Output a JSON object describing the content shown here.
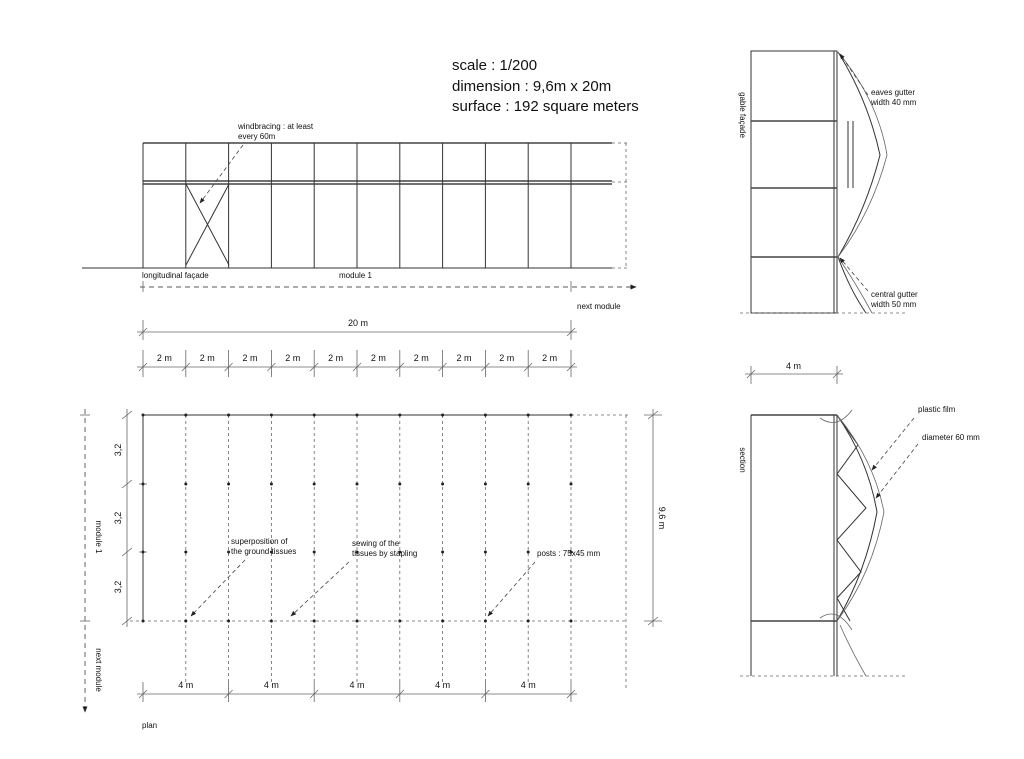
{
  "info": {
    "scale": "scale : 1/200",
    "dimension": "dimension : 9,6m x 20m",
    "surface": "surface : 192 square meters"
  },
  "elevation": {
    "windbracing_line1": "windbracing : at least",
    "windbracing_line2": "every 60m",
    "title": "longitudinal façade",
    "module_label": "module 1",
    "next_module": "next module"
  },
  "dimensions": {
    "total": "20 m",
    "bays": [
      "2 m",
      "2 m",
      "2 m",
      "2 m",
      "2 m",
      "2 m",
      "2 m",
      "2 m",
      "2 m",
      "2 m"
    ]
  },
  "plan": {
    "title": "plan",
    "module_label": "module 1",
    "next_module": "next module",
    "row_dims": [
      "3,2",
      "3,2",
      "3,2"
    ],
    "width_dim": "9,6 m",
    "bay_dims": [
      "4 m",
      "4 m",
      "4 m",
      "4 m",
      "4 m"
    ],
    "note_superposition_1": "superposition of",
    "note_superposition_2": "the ground tissues",
    "note_sewing_1": "sewing of the",
    "note_sewing_2": "tissues by stapling",
    "note_posts": "posts : 75x45 mm"
  },
  "gable": {
    "title": "gable façade",
    "eaves_1": "eaves gutter",
    "eaves_2": "width 40 mm",
    "central_1": "central gutter",
    "central_2": "width 50 mm"
  },
  "section": {
    "title": "section",
    "width_dim": "4 m",
    "plastic_film": "plastic film",
    "diameter": "diameter 60 mm"
  }
}
